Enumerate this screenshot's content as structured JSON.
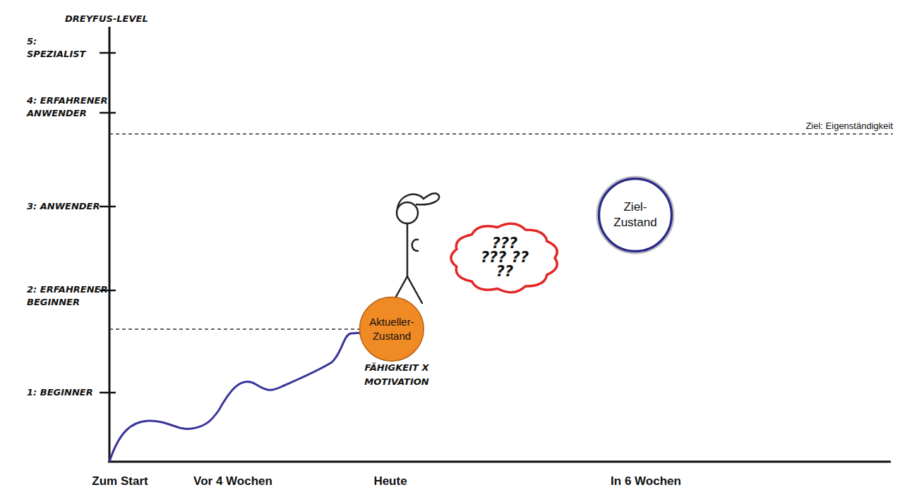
{
  "diagram": {
    "nodes": [
      {
        "text": [
          "??? ??? ?? ??"
        ]
      },
      {
        "text": [
          "Aktueller-Zustand"
        ]
      },
      {
        "text": [
          "Ziel-Zustand"
        ]
      }
    ],
    "labels": [
      "DREYFUS-LEVEL",
      "5: SPEZIALIST",
      "4: ERFAHRENER ANWENDER",
      "3: ANWENDER",
      "2: ERFAHRENER BEGINNER",
      "1: BEGINNER",
      "Ziel: Eigenständigkeit",
      "FÄHIGKEIT X MOTIVATION",
      "Zum Start",
      "Vor 4 Wochen",
      "Heute",
      "In 6 Wochen"
    ]
  }
}
